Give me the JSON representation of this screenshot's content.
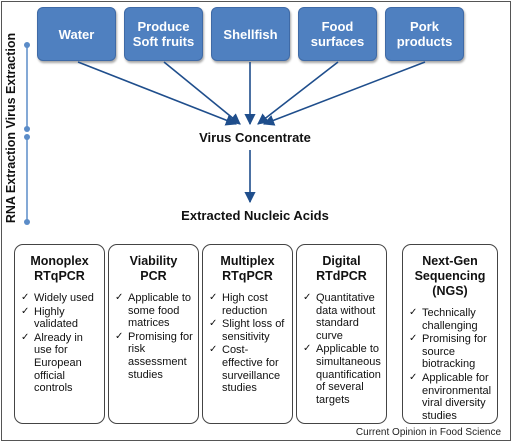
{
  "sources": [
    {
      "label": "Water"
    },
    {
      "label": "Produce Soft fruits"
    },
    {
      "label": "Shellfish"
    },
    {
      "label": "Food surfaces"
    },
    {
      "label": "Pork products"
    }
  ],
  "virus_concentrate": "Virus Concentrate",
  "extracted_nucleic_acids": "Extracted Nucleic Acids",
  "side_label": "RNA Extraction Virus Extraction",
  "methods": [
    {
      "title": "Monoplex RTqPCR",
      "points": [
        "Widely used",
        "Highly validated",
        "Already in use for European official controls"
      ]
    },
    {
      "title": "Viability PCR",
      "points": [
        "Applicable to some food matrices",
        "Promising for risk assessment studies"
      ]
    },
    {
      "title": "Multiplex RTqPCR",
      "points": [
        "High cost reduction",
        "Slight loss of sensitivity",
        "Cost-effective for surveillance studies"
      ]
    },
    {
      "title": "Digital RTdPCR",
      "points": [
        "Quantitative data without standard curve",
        "Applicable to simultaneous quantification of several targets"
      ]
    },
    {
      "title": "Next-Gen Sequencing (NGS)",
      "points": [
        "Technically challenging",
        "Promising for source biotracking",
        "Applicable for environmental viral diversity studies"
      ]
    }
  ],
  "credit": "Current Opinion in Food Science",
  "colors": {
    "source_fill": "#4f80c0",
    "arrow": "#1f4e8c",
    "side_line": "#5b8cc8"
  }
}
